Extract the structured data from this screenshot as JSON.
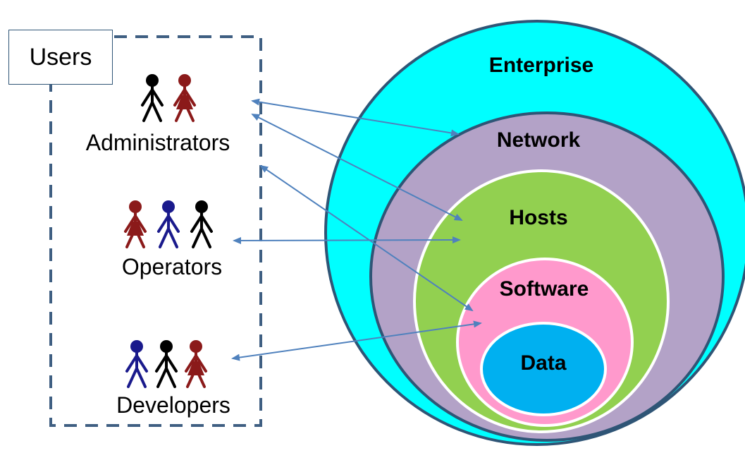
{
  "users_box": {
    "title": "Users"
  },
  "groups": [
    {
      "id": "administrators",
      "label": "Administrators",
      "people": [
        "black",
        "red"
      ]
    },
    {
      "id": "operators",
      "label": "Operators",
      "people": [
        "red",
        "blue",
        "black"
      ]
    },
    {
      "id": "developers",
      "label": "Developers",
      "people": [
        "blue",
        "black",
        "red"
      ]
    }
  ],
  "rings": [
    {
      "id": "enterprise",
      "label": "Enterprise",
      "fill": "#00ffff"
    },
    {
      "id": "network",
      "label": "Network",
      "fill": "#b3a2c7"
    },
    {
      "id": "hosts",
      "label": "Hosts",
      "fill": "#92d050"
    },
    {
      "id": "software",
      "label": "Software",
      "fill": "#ff99cc"
    },
    {
      "id": "data",
      "label": "Data",
      "fill": "#00b0f0"
    }
  ],
  "colors": {
    "ring_border": "#2f5576",
    "inner_ring_border": "#ffffff",
    "arrow": "#4f81bd",
    "dashed_border": "#3f5f82",
    "person_black": "#000000",
    "person_red": "#8b1a1a",
    "person_blue": "#1a1a8c"
  },
  "connections": [
    {
      "from": "administrators",
      "to": "network"
    },
    {
      "from": "administrators",
      "to": "hosts"
    },
    {
      "from": "administrators",
      "to": "software"
    },
    {
      "from": "operators",
      "to": "hosts"
    },
    {
      "from": "developers",
      "to": "software"
    }
  ]
}
